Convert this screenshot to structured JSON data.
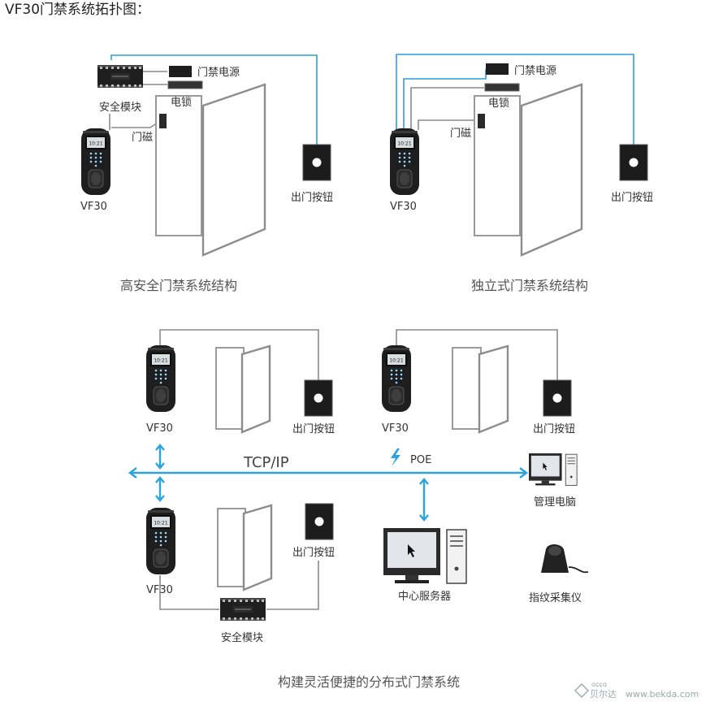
{
  "title": "VF30门禁系统拓扑图：",
  "top_left": {
    "power_label": "门禁电源",
    "module_label": "安全模块",
    "lock_label": "电锁",
    "sensor_label": "门磁",
    "reader_label": "VF30",
    "exit_label": "出门按钮",
    "caption": "高安全门禁系统结构"
  },
  "top_right": {
    "power_label": "门禁电源",
    "lock_label": "电锁",
    "sensor_label": "门磁",
    "reader_label": "VF30",
    "exit_label": "出门按钮",
    "caption": "独立式门禁系统结构"
  },
  "bottom": {
    "reader1_label": "VF30",
    "exit1_label": "出门按钮",
    "reader2_label": "VF30",
    "exit2_label": "出门按钮",
    "reader3_label": "VF30",
    "exit3_label": "出门按钮",
    "module_label": "安全模块",
    "network_label": "TCP/IP",
    "poe_label": "POE",
    "pc_label": "管理电脑",
    "server_label": "中心服务器",
    "fp_label": "指纹采集仪",
    "caption": "构建灵活便捷的分布式门禁系统",
    "screen_text": "10:21"
  },
  "watermark": {
    "brand_top": "ɑɕɕɑ",
    "brand_main": "贝尔达",
    "url": "www.bekda.com"
  }
}
